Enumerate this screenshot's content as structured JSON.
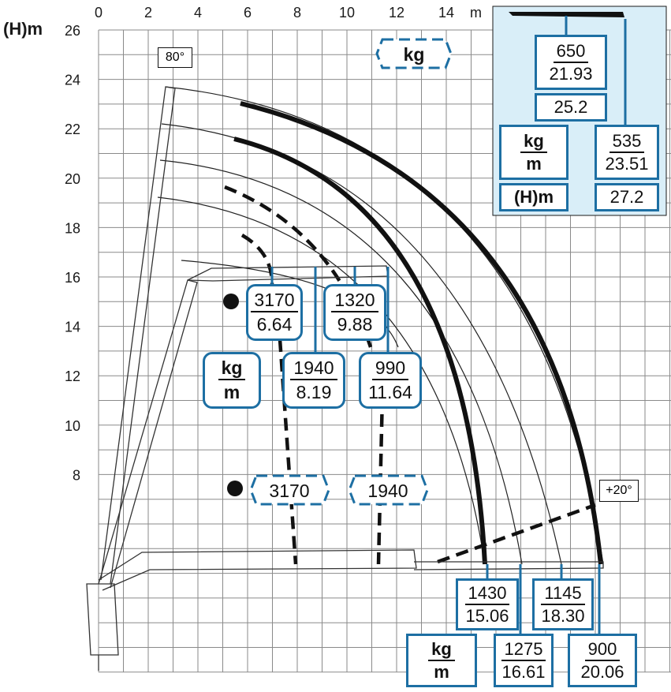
{
  "axes": {
    "y_unit": "(H)m",
    "x_unit": "m",
    "x_ticks": [
      "0",
      "2",
      "4",
      "6",
      "8",
      "10",
      "12",
      "14"
    ],
    "y_ticks": [
      "26",
      "24",
      "22",
      "20",
      "18",
      "16",
      "14",
      "12",
      "10",
      "8"
    ]
  },
  "angles": {
    "top": "80°",
    "side": "+20°"
  },
  "units": {
    "kg": "kg",
    "m": "m",
    "hm": "(H)m"
  },
  "labels": {
    "b1": {
      "load": "3170",
      "reach": "6.64"
    },
    "b2": {
      "load": "1320",
      "reach": "9.88"
    },
    "b3": {
      "load": "1940",
      "reach": "8.19"
    },
    "b4": {
      "load": "990",
      "reach": "11.64"
    },
    "flat1": "3170",
    "flat2": "1940",
    "h1": {
      "load": "1430",
      "reach": "15.06"
    },
    "h2": {
      "load": "1145",
      "reach": "18.30"
    },
    "h3": {
      "load": "1275",
      "reach": "16.61"
    },
    "h4": {
      "load": "900",
      "reach": "20.06"
    }
  },
  "inset": {
    "a": {
      "load": "650",
      "reach": "21.93"
    },
    "a_h": "25.2",
    "b": {
      "load": "535",
      "reach": "23.51"
    },
    "b_h": "27.2"
  },
  "colors": {
    "accent": "#1d6fa3",
    "inset_bg": "#d9eef8",
    "grid": "#8a8a8a"
  }
}
